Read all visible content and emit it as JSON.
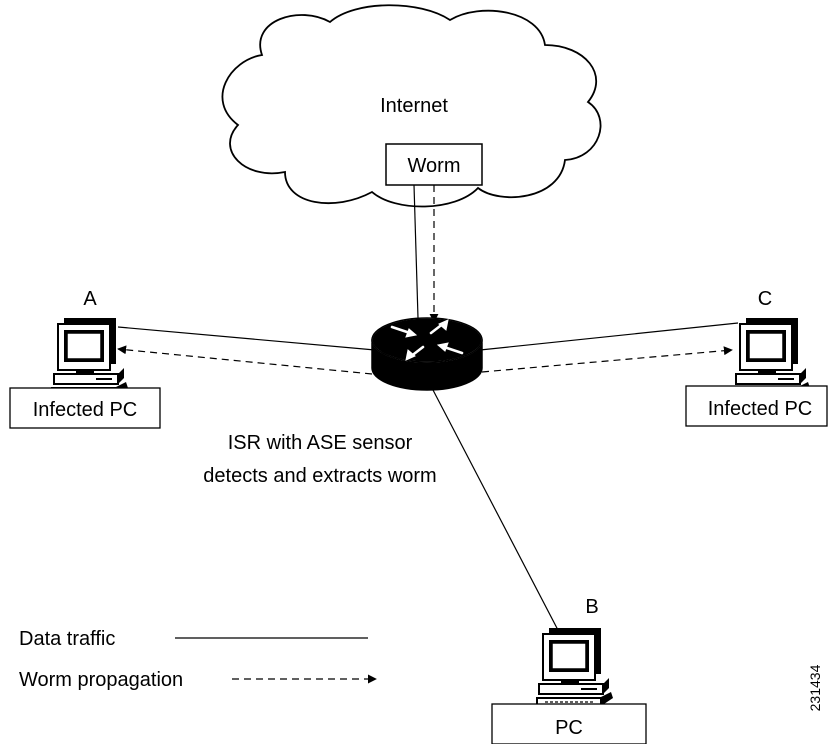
{
  "cloud": {
    "label": "Internet"
  },
  "worm_box": {
    "label": "Worm"
  },
  "router": {
    "caption_line1": "ISR with ASE sensor",
    "caption_line2": "detects and extracts worm"
  },
  "pcs": {
    "a": {
      "letter": "A",
      "label": "Infected PC"
    },
    "b": {
      "letter": "B",
      "label": "PC"
    },
    "c": {
      "letter": "C",
      "label": "Infected PC"
    }
  },
  "legend": {
    "data_traffic": "Data traffic",
    "worm_propagation": "Worm propagation"
  },
  "figure_id": "231434",
  "colors": {
    "ink": "#000000",
    "background": "#ffffff"
  }
}
